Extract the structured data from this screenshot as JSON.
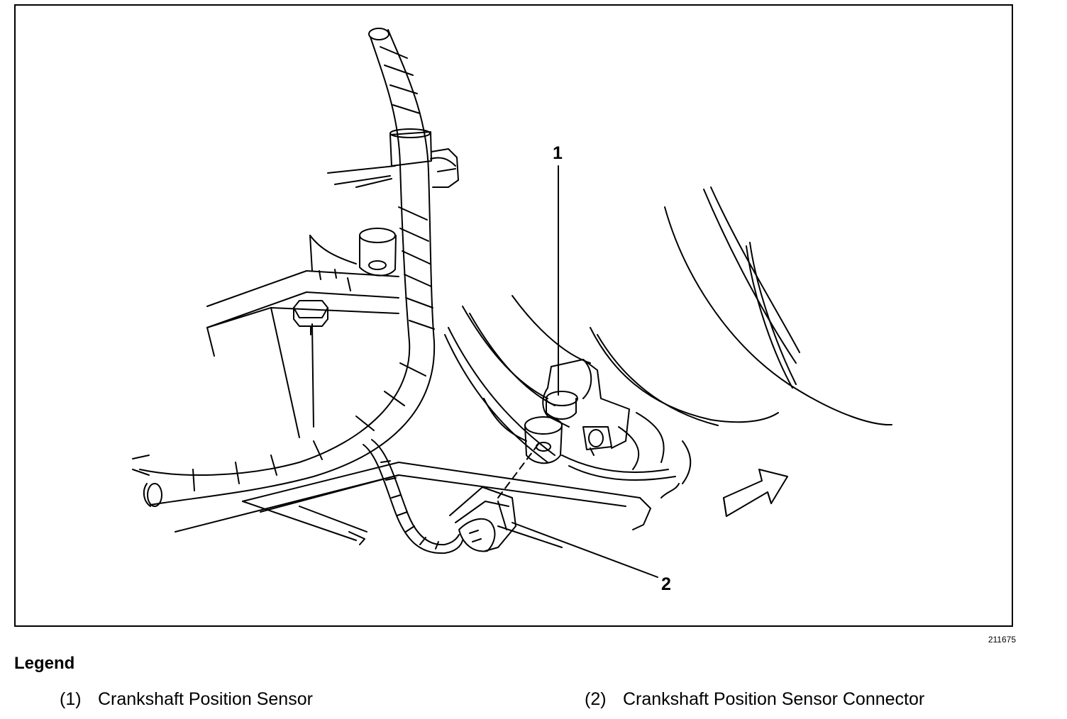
{
  "figure": {
    "id": "211675",
    "callouts": [
      {
        "label": "1",
        "target": "crankshaft-position-sensor"
      },
      {
        "label": "2",
        "target": "crankshaft-position-sensor-connector"
      }
    ],
    "stroke_color": "#000000",
    "background_color": "#ffffff"
  },
  "legend": {
    "title": "Legend",
    "items": [
      {
        "number": "(1)",
        "text": "Crankshaft Position Sensor"
      },
      {
        "number": "(2)",
        "text": "Crankshaft Position Sensor Connector"
      }
    ]
  }
}
